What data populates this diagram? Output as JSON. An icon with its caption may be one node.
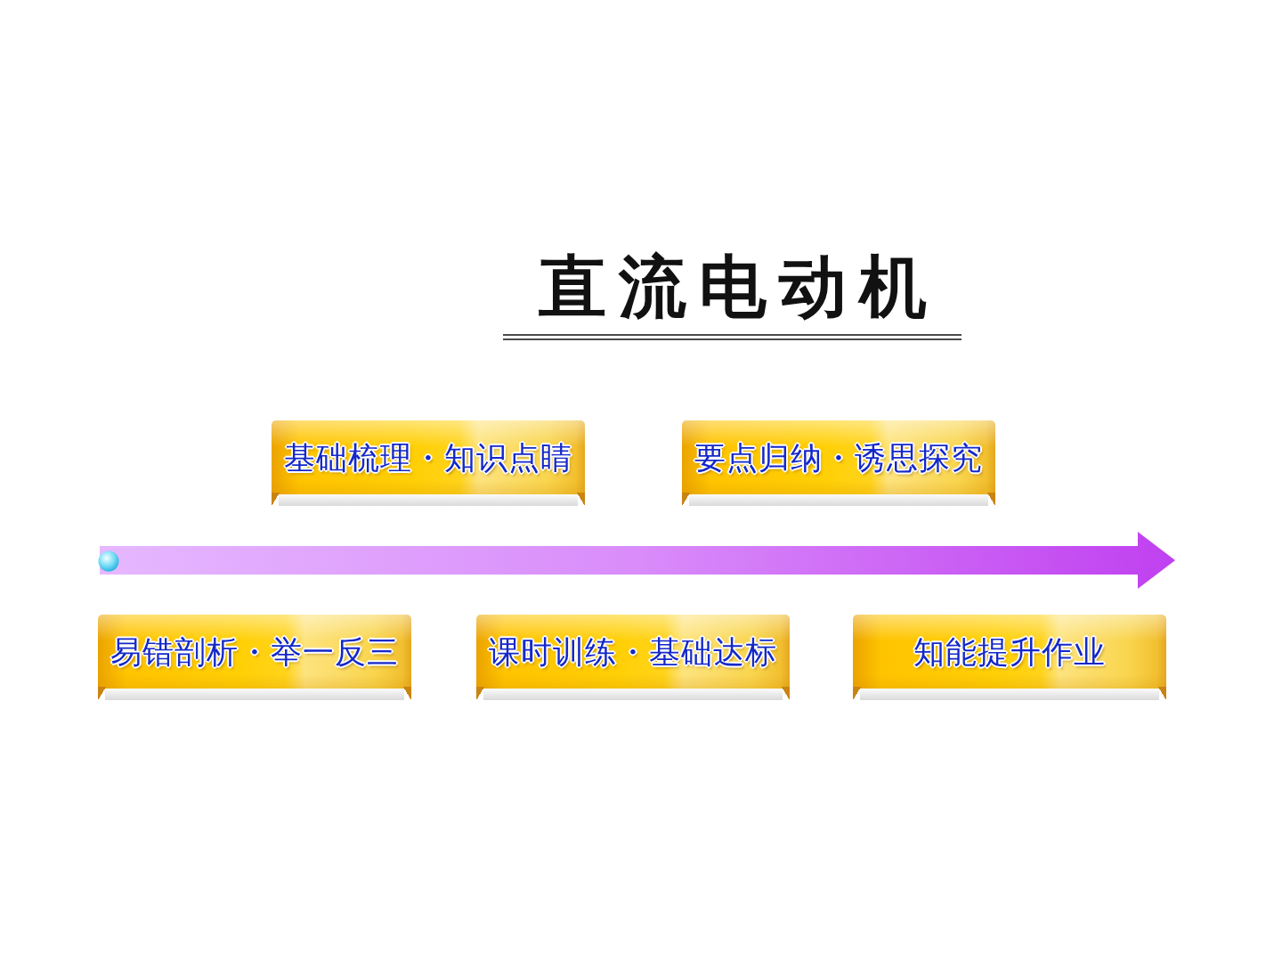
{
  "diagram": {
    "title": "直流电动机",
    "nodes": [
      {
        "text": [
          "基础梳理・知识点睛"
        ]
      },
      {
        "text": [
          "要点归纳・诱思探究"
        ]
      },
      {
        "text": [
          "易错剖析・举一反三"
        ]
      },
      {
        "text": [
          "课时训练・基础达标"
        ]
      },
      {
        "text": [
          "知能提升作业"
        ]
      }
    ]
  }
}
